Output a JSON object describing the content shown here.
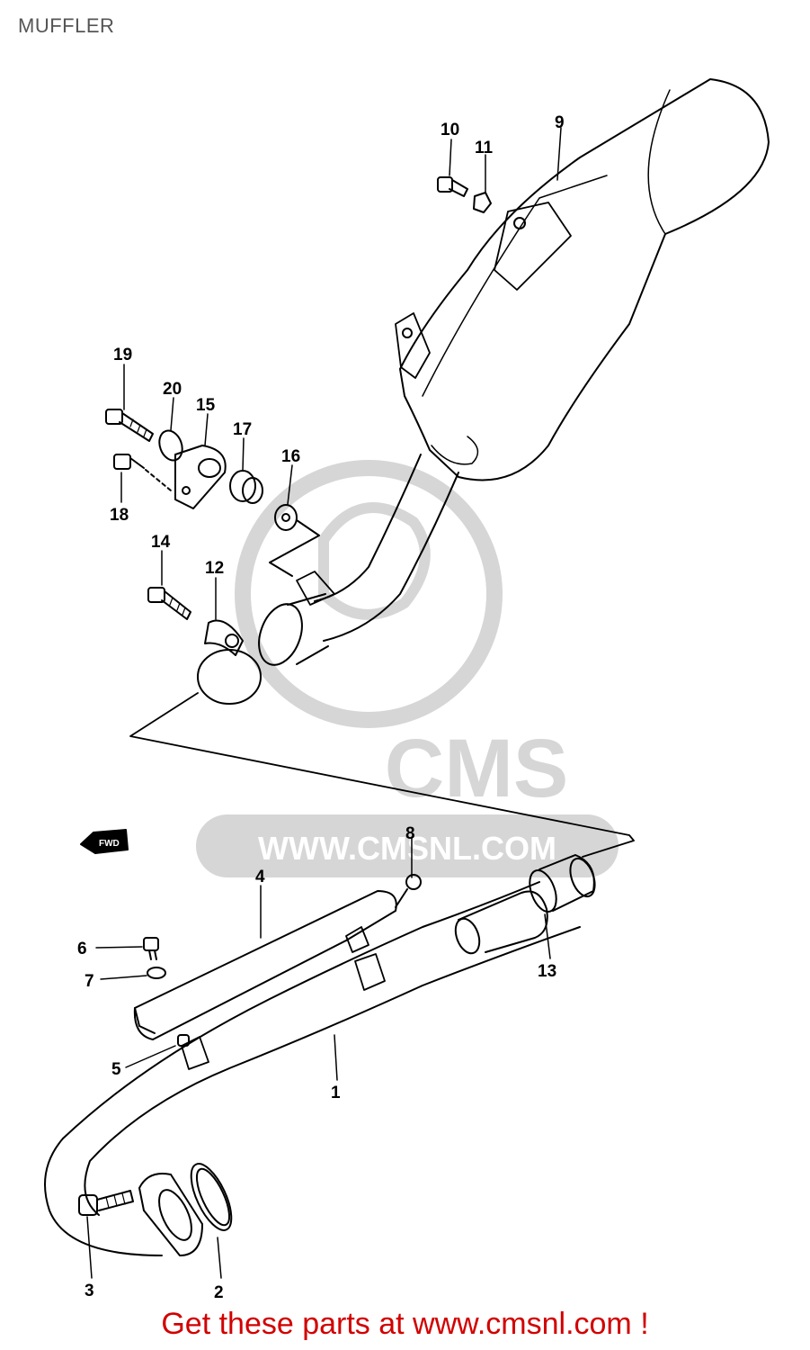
{
  "page": {
    "title": "MUFFLER",
    "footer": "Get these parts at www.cmsnl.com !"
  },
  "watermark": {
    "brand": "CMS",
    "url": "WWW.CMSNL.COM"
  },
  "direction_marker": {
    "label": "FWD",
    "icon": "arrow-left-icon"
  },
  "callouts": [
    {
      "id": "1",
      "label": "1"
    },
    {
      "id": "2",
      "label": "2"
    },
    {
      "id": "3",
      "label": "3"
    },
    {
      "id": "4",
      "label": "4"
    },
    {
      "id": "5",
      "label": "5"
    },
    {
      "id": "6",
      "label": "6"
    },
    {
      "id": "7",
      "label": "7"
    },
    {
      "id": "8",
      "label": "8"
    },
    {
      "id": "9",
      "label": "9"
    },
    {
      "id": "10",
      "label": "10"
    },
    {
      "id": "11",
      "label": "11"
    },
    {
      "id": "12",
      "label": "12"
    },
    {
      "id": "13",
      "label": "13"
    },
    {
      "id": "14",
      "label": "14"
    },
    {
      "id": "15",
      "label": "15"
    },
    {
      "id": "16",
      "label": "16"
    },
    {
      "id": "17",
      "label": "17"
    },
    {
      "id": "18",
      "label": "18"
    },
    {
      "id": "19",
      "label": "19"
    },
    {
      "id": "20",
      "label": "20"
    }
  ],
  "colors": {
    "line": "#000000",
    "watermark": "#d6d6d6",
    "footer": "#d20000",
    "title": "#555555"
  }
}
